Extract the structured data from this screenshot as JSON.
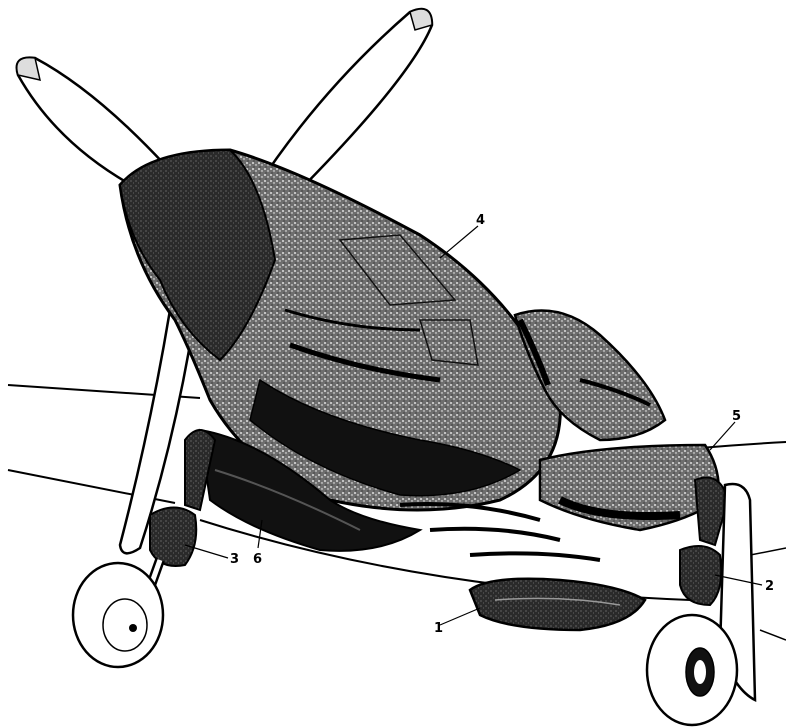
{
  "figure": {
    "subject": "technical-illustration-aircraft-covered-in-fabric-protective-covers",
    "callouts": [
      {
        "id": "c1",
        "label": "1",
        "part": "belly-scoop-cover"
      },
      {
        "id": "c2",
        "label": "2",
        "part": "right-landing-gear-cover"
      },
      {
        "id": "c3",
        "label": "3",
        "part": "left-landing-gear-cover"
      },
      {
        "id": "c4",
        "label": "4",
        "part": "canopy-and-fuselage-cover"
      },
      {
        "id": "c5",
        "label": "5",
        "part": "right-wing-root-cover"
      },
      {
        "id": "c6",
        "label": "6",
        "part": "left-wing-root-cover"
      }
    ],
    "colors": {
      "ink": "#000000",
      "shade": "#4a4a4a",
      "paper": "#ffffff"
    }
  }
}
